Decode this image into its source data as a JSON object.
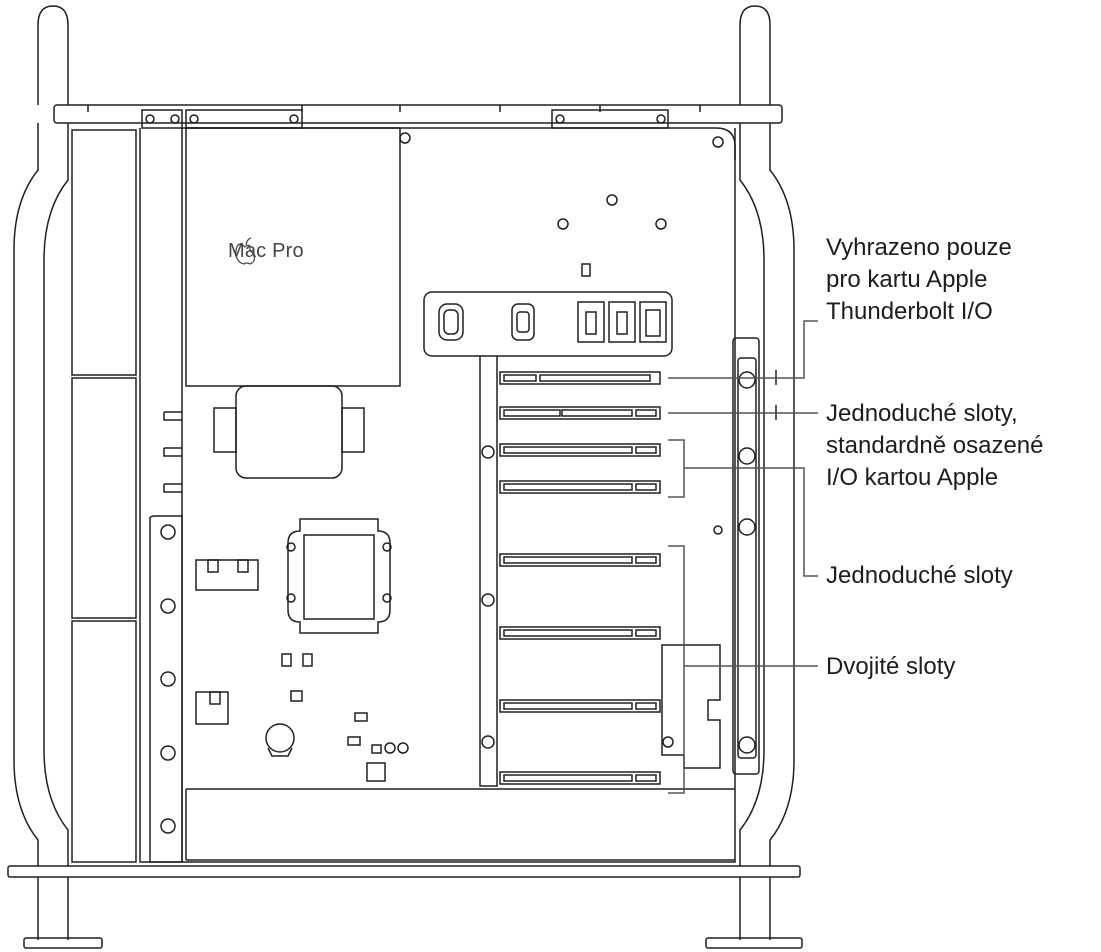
{
  "product_label": "Mac Pro",
  "callouts": [
    {
      "lines": [
        "Vyhrazeno pouze",
        "pro kartu Apple",
        "Thunderbolt I/O"
      ]
    },
    {
      "lines": [
        "Jednoduché sloty,",
        "standardně osazené",
        "I/O kartou Apple"
      ]
    },
    {
      "lines": [
        "Jednoduché sloty"
      ]
    },
    {
      "lines": [
        "Dvojité sloty"
      ]
    }
  ],
  "icons": [
    "apple-logo-icon"
  ],
  "colors": {
    "stroke": "#231f20",
    "text": "#1d1d1f",
    "leader": "#555555"
  }
}
